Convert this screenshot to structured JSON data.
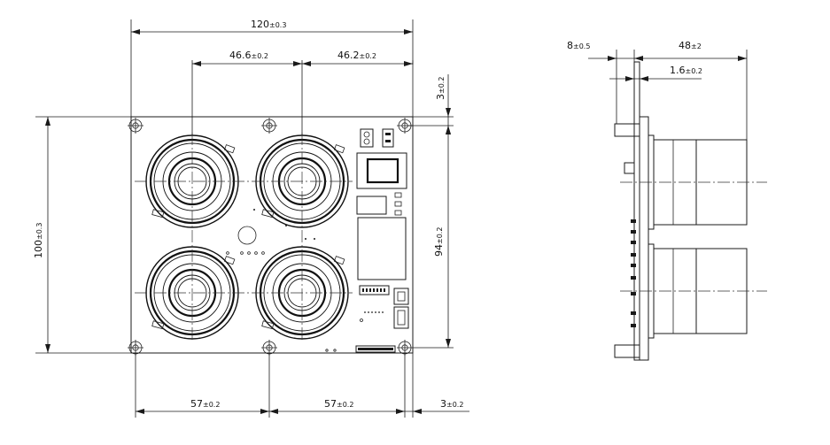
{
  "dimensions": {
    "overall_width": {
      "value": "120",
      "tol": "±0.3"
    },
    "spacing_a": {
      "value": "46.6",
      "tol": "±0.2"
    },
    "spacing_b": {
      "value": "46.2",
      "tol": "±0.2"
    },
    "top_offset": {
      "value": "3",
      "tol": "±0.2"
    },
    "overall_height": {
      "value": "100",
      "tol": "±0.3"
    },
    "hole_height": {
      "value": "94",
      "tol": "±0.2"
    },
    "hole_pitch_left": {
      "value": "57",
      "tol": "±0.2"
    },
    "hole_pitch_right": {
      "value": "57",
      "tol": "±0.2"
    },
    "right_offset": {
      "value": "3",
      "tol": "±0.2"
    },
    "side_gap": {
      "value": "8",
      "tol": "±0.5"
    },
    "side_depth": {
      "value": "48",
      "tol": "±2"
    },
    "board_thickness": {
      "value": "1.6",
      "tol": "±0.2"
    }
  },
  "icons": [
    "mounting-hole-icon",
    "lens-icon",
    "switch-icon",
    "connector-icon"
  ]
}
